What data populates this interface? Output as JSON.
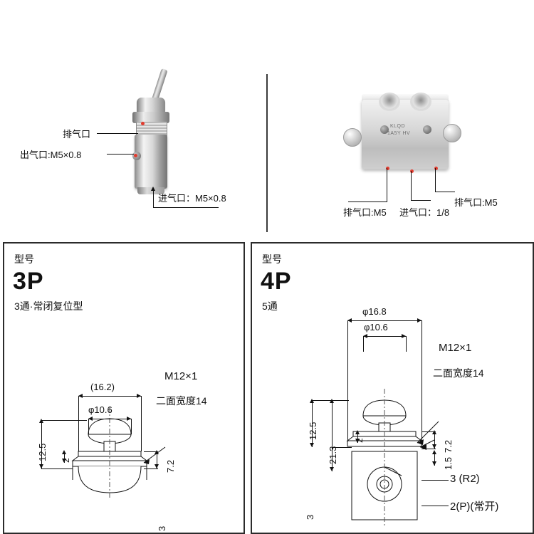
{
  "top": {
    "photo_left": {
      "name": "small-valve-photo",
      "labels": [
        {
          "id": "exhaust",
          "text": "排气口"
        },
        {
          "id": "outlet",
          "text": "出气口:M5×0.8"
        },
        {
          "id": "inlet",
          "text": "进气口：M5×0.8"
        }
      ]
    },
    "photo_right": {
      "name": "block-valve-photo",
      "body_text_line1": "KLQD",
      "body_text_line2": "1A5Y  HV",
      "labels": [
        {
          "id": "exhaust-left",
          "text": "排气口:M5"
        },
        {
          "id": "inlet",
          "text": "进气口：1/8"
        },
        {
          "id": "exhaust-right",
          "text": "排气口:M5"
        }
      ]
    }
  },
  "panel_3p": {
    "model_caption": "型号",
    "model_code": "3P",
    "model_desc": "3通·常闭复位型",
    "dimensions": {
      "width_overall": "(16.2)",
      "diameter": "φ10.6",
      "thread": "M12×1",
      "flat_width": "二面宽度14",
      "height_left": "12.5",
      "small_v1": "2",
      "right_72": "7.2",
      "partial": "3"
    }
  },
  "panel_4p": {
    "model_caption": "型号",
    "model_code": "4P",
    "model_desc": "5通",
    "dimensions": {
      "diameter_outer": "φ16.8",
      "diameter_inner": "φ10.6",
      "thread": "M12×1",
      "flat_width": "二面宽度14",
      "height_125": "12.5",
      "height_213": "21.3",
      "small_2": "2",
      "right_72": "7.2",
      "right_15": "1.5",
      "port_r2": "3 (R2)",
      "port_p": "2(P)(常开)",
      "left_3": "3"
    }
  }
}
